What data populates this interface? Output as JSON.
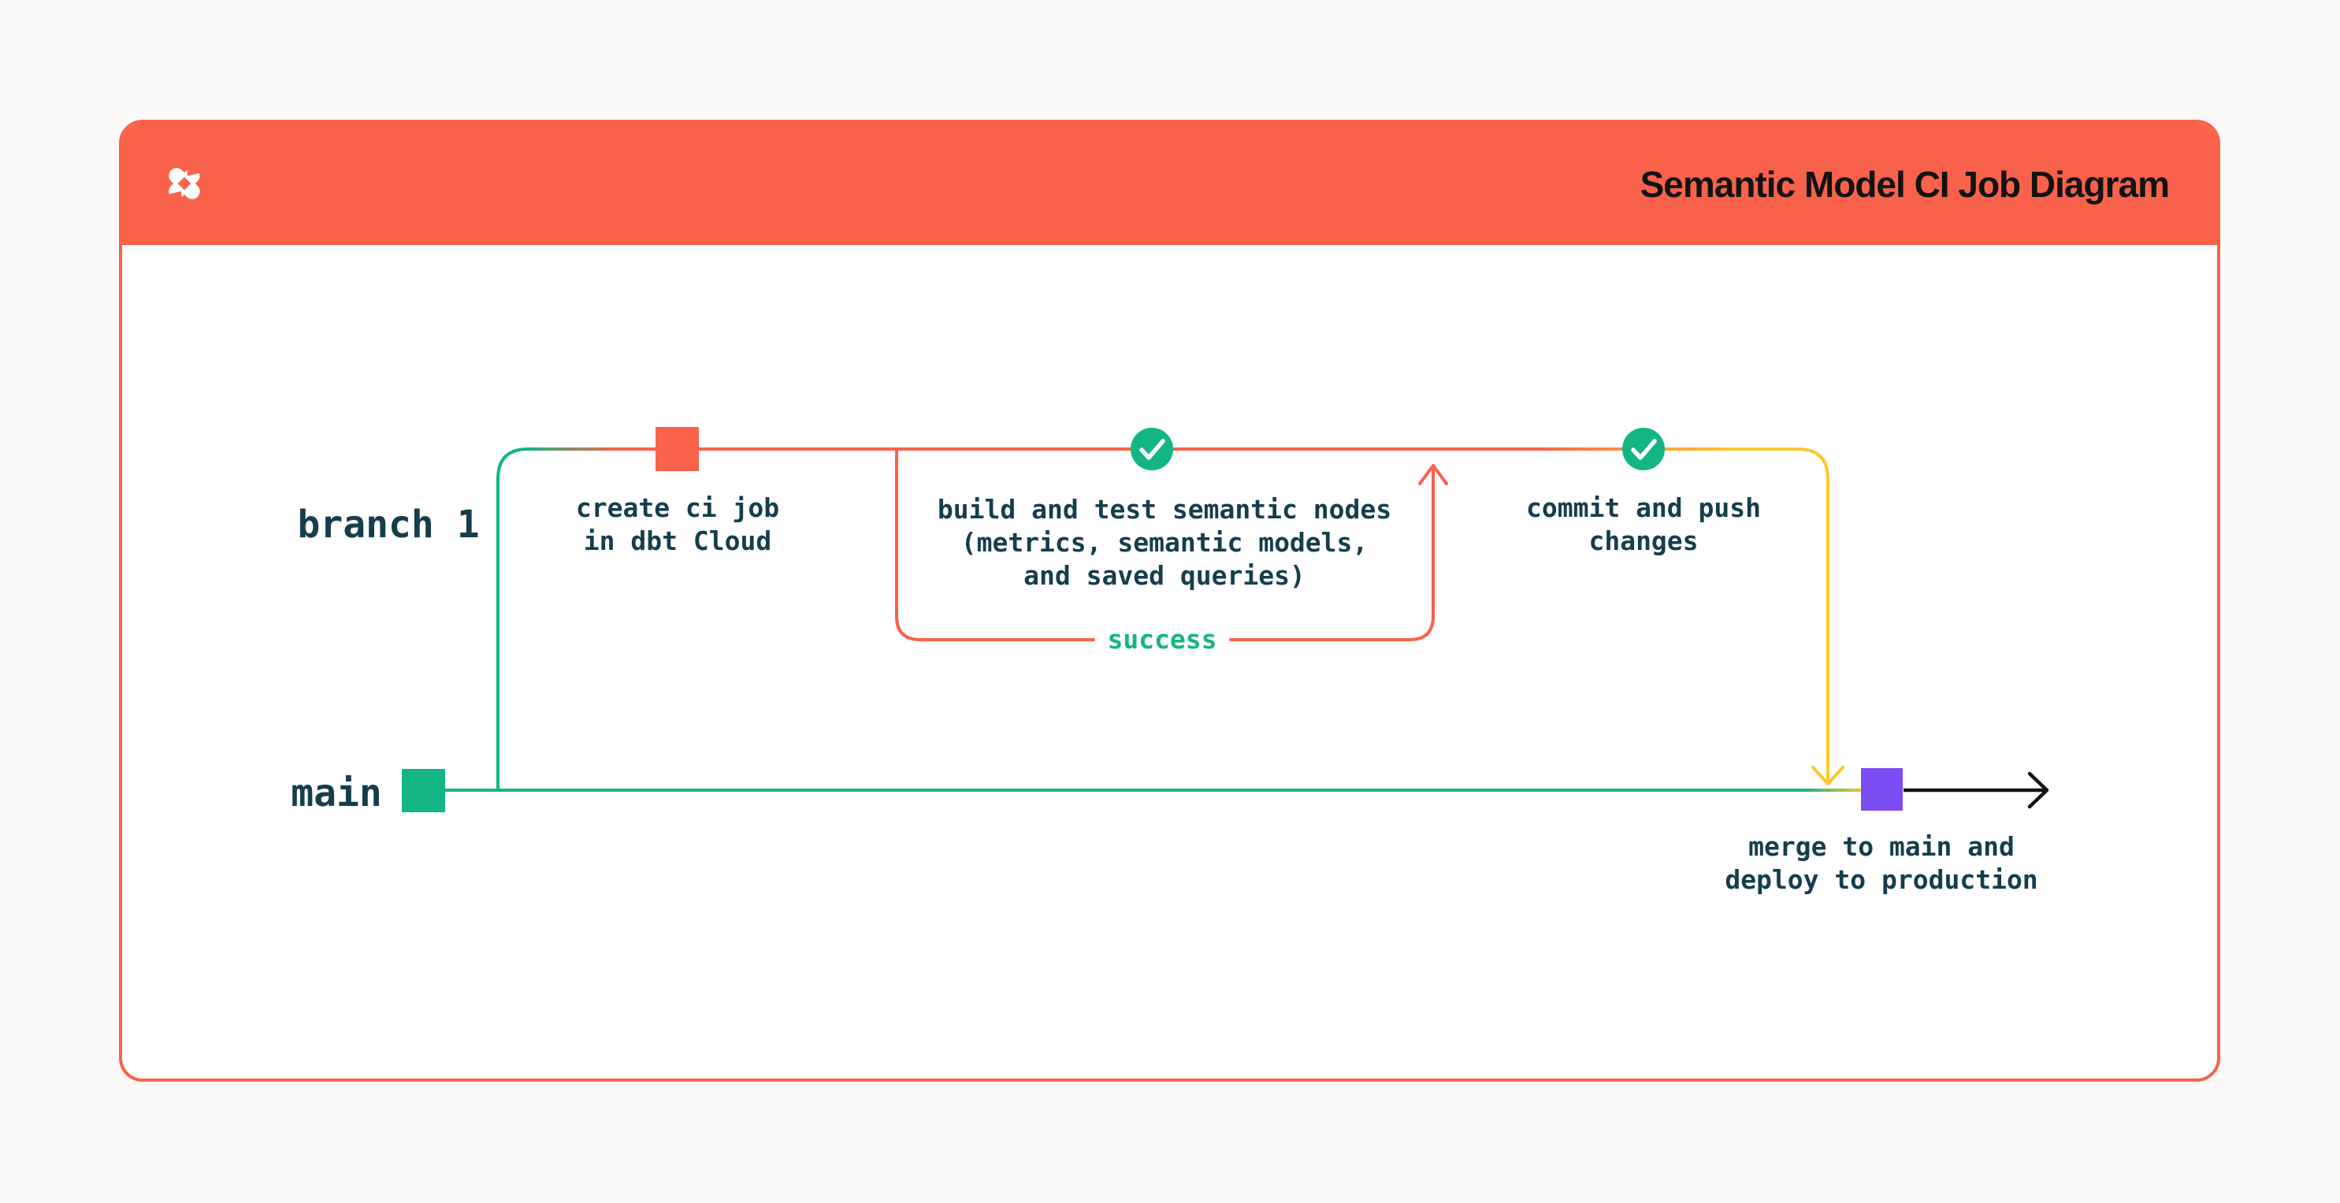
{
  "header": {
    "title": "Semantic Model CI Job Diagram",
    "logo_icon": "dbt-logo",
    "background_color": "#F9624A"
  },
  "diagram": {
    "branch_label": "branch 1",
    "main_label": "main",
    "nodes": {
      "create_ci": {
        "lines": [
          "create ci job",
          "in dbt Cloud"
        ]
      },
      "build_test": {
        "lines": [
          "build and test semantic nodes",
          "(metrics, semantic models,",
          "and saved queries)"
        ]
      },
      "commit_push": {
        "lines": [
          "commit and push",
          "changes"
        ]
      },
      "merge_deploy": {
        "lines": [
          "merge to main and",
          "deploy to production"
        ]
      }
    },
    "annotations": {
      "success_label": "success"
    },
    "icons": {
      "status_icon": "check-circle",
      "loop_arrow": "arrow-up",
      "merge_arrow": "arrow-down",
      "continue_arrow": "arrow-right"
    },
    "colors": {
      "brand_orange": "#F9624A",
      "teal_green": "#13B584",
      "yellow": "#FFC62E",
      "purple": "#7C4DF3",
      "ink_text": "#153E4C",
      "arrow_black": "#131313"
    }
  }
}
